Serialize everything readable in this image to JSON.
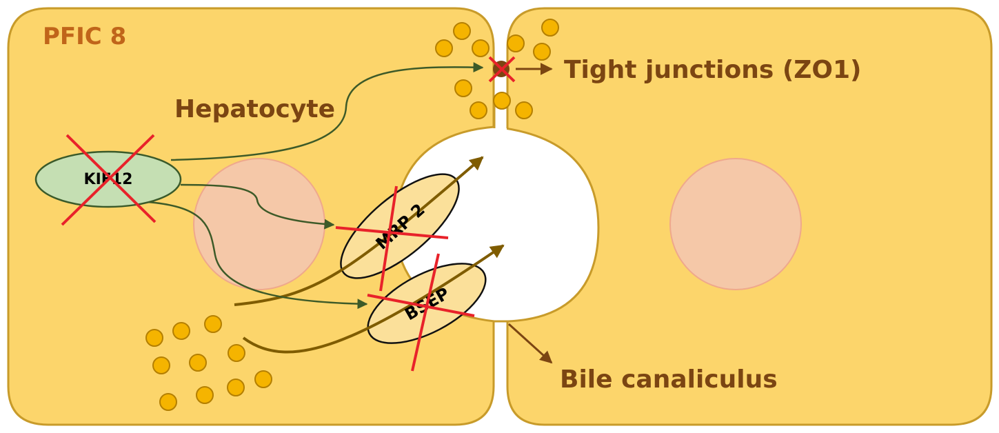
{
  "title": "PFIC 8",
  "labels": {
    "hepatocyte": "Hepatocyte",
    "kif12": "KIF12",
    "mrp2": "MRP 2",
    "bsep": "BSEP",
    "tight_junctions": "Tight junctions (ZO1)",
    "bile_canaliculus": "Bile canaliculus"
  },
  "colors": {
    "cell_fill": "#FCD56B",
    "cell_stroke": "#C89B2A",
    "nucleus_fill": "#F5C8A8",
    "nucleus_stroke": "#EFA88C",
    "kif12_fill": "#C5DFB3",
    "kif12_stroke": "#3A5A2A",
    "transporter_fill": "#FBE09A",
    "vesicle_fill": "#F5B400",
    "vesicle_stroke": "#B47F00",
    "green_arrow": "#3D5A28",
    "transport_arrow": "#7F5C00",
    "label_arrow": "#7B4512",
    "red_cross": "#E8222A"
  }
}
